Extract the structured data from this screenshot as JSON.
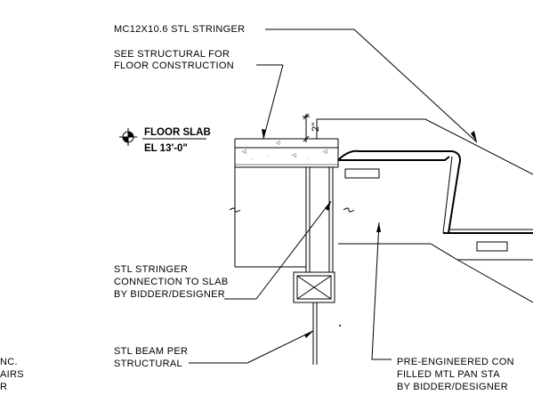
{
  "labels": {
    "stringer": "MC12X10.6 STL STRINGER",
    "structural_line1": "SEE STRUCTURAL FOR",
    "structural_line2": "FLOOR CONSTRUCTION",
    "slab_line1": "FLOOR SLAB",
    "slab_line2": "EL 13'-0\"",
    "dimension": "2\"",
    "connection_line1": "STL STRINGER",
    "connection_line2": "CONNECTION TO SLAB",
    "connection_line3": "BY BIDDER/DESIGNER",
    "beam_line1": "STL BEAM PER",
    "beam_line2": "STRUCTURAL",
    "stair_line1": "PRE-ENGINEERED CON",
    "stair_line2": "FILLED MTL PAN STA",
    "stair_line3": "BY BIDDER/DESIGNER",
    "left_cut_line1": "NC.",
    "left_cut_line2": "AIRS",
    "left_cut_line3": "R"
  }
}
